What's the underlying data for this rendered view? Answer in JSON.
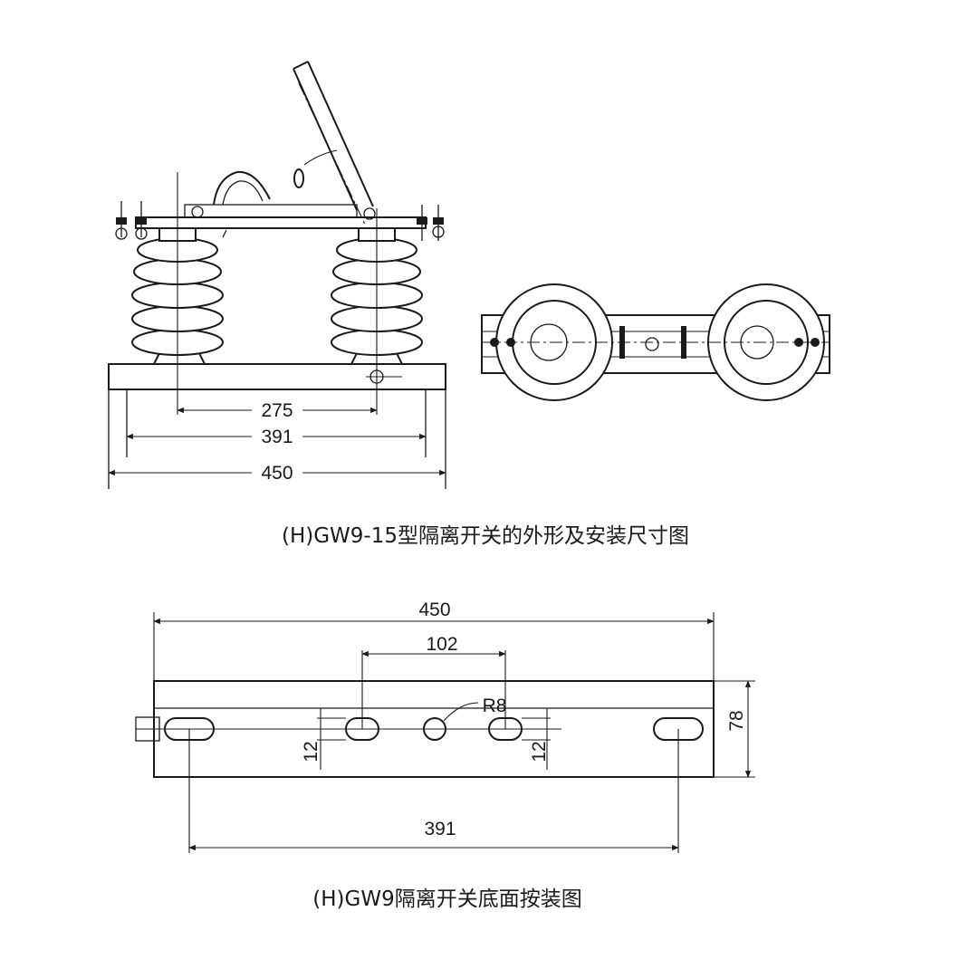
{
  "front_view": {
    "dims": {
      "d1": "275",
      "d2": "391",
      "d3": "450"
    },
    "caption": "(H)GW9-15型隔离开关的外形及安装尺寸图"
  },
  "bottom_view": {
    "dims": {
      "width": "450",
      "spacing_center": "102",
      "radius": "R8",
      "slot_left": "12",
      "slot_right": "12",
      "depth": "78",
      "spacing": "391"
    },
    "caption": "(H)GW9隔离开关底面按装图"
  }
}
